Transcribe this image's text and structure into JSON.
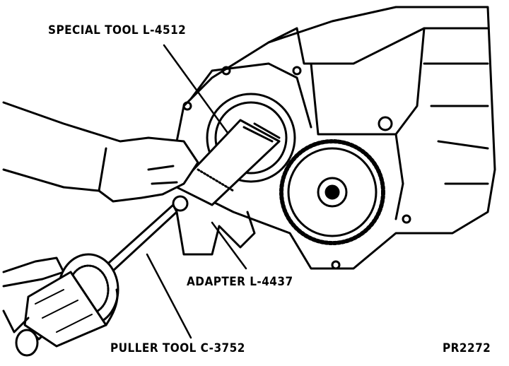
{
  "labels": {
    "special_tool": "SPECIAL TOOL L-4512",
    "adapter": "ADAPTER L-4437",
    "puller_tool": "PULLER TOOL C-3752",
    "figure_id": "PR2272"
  }
}
